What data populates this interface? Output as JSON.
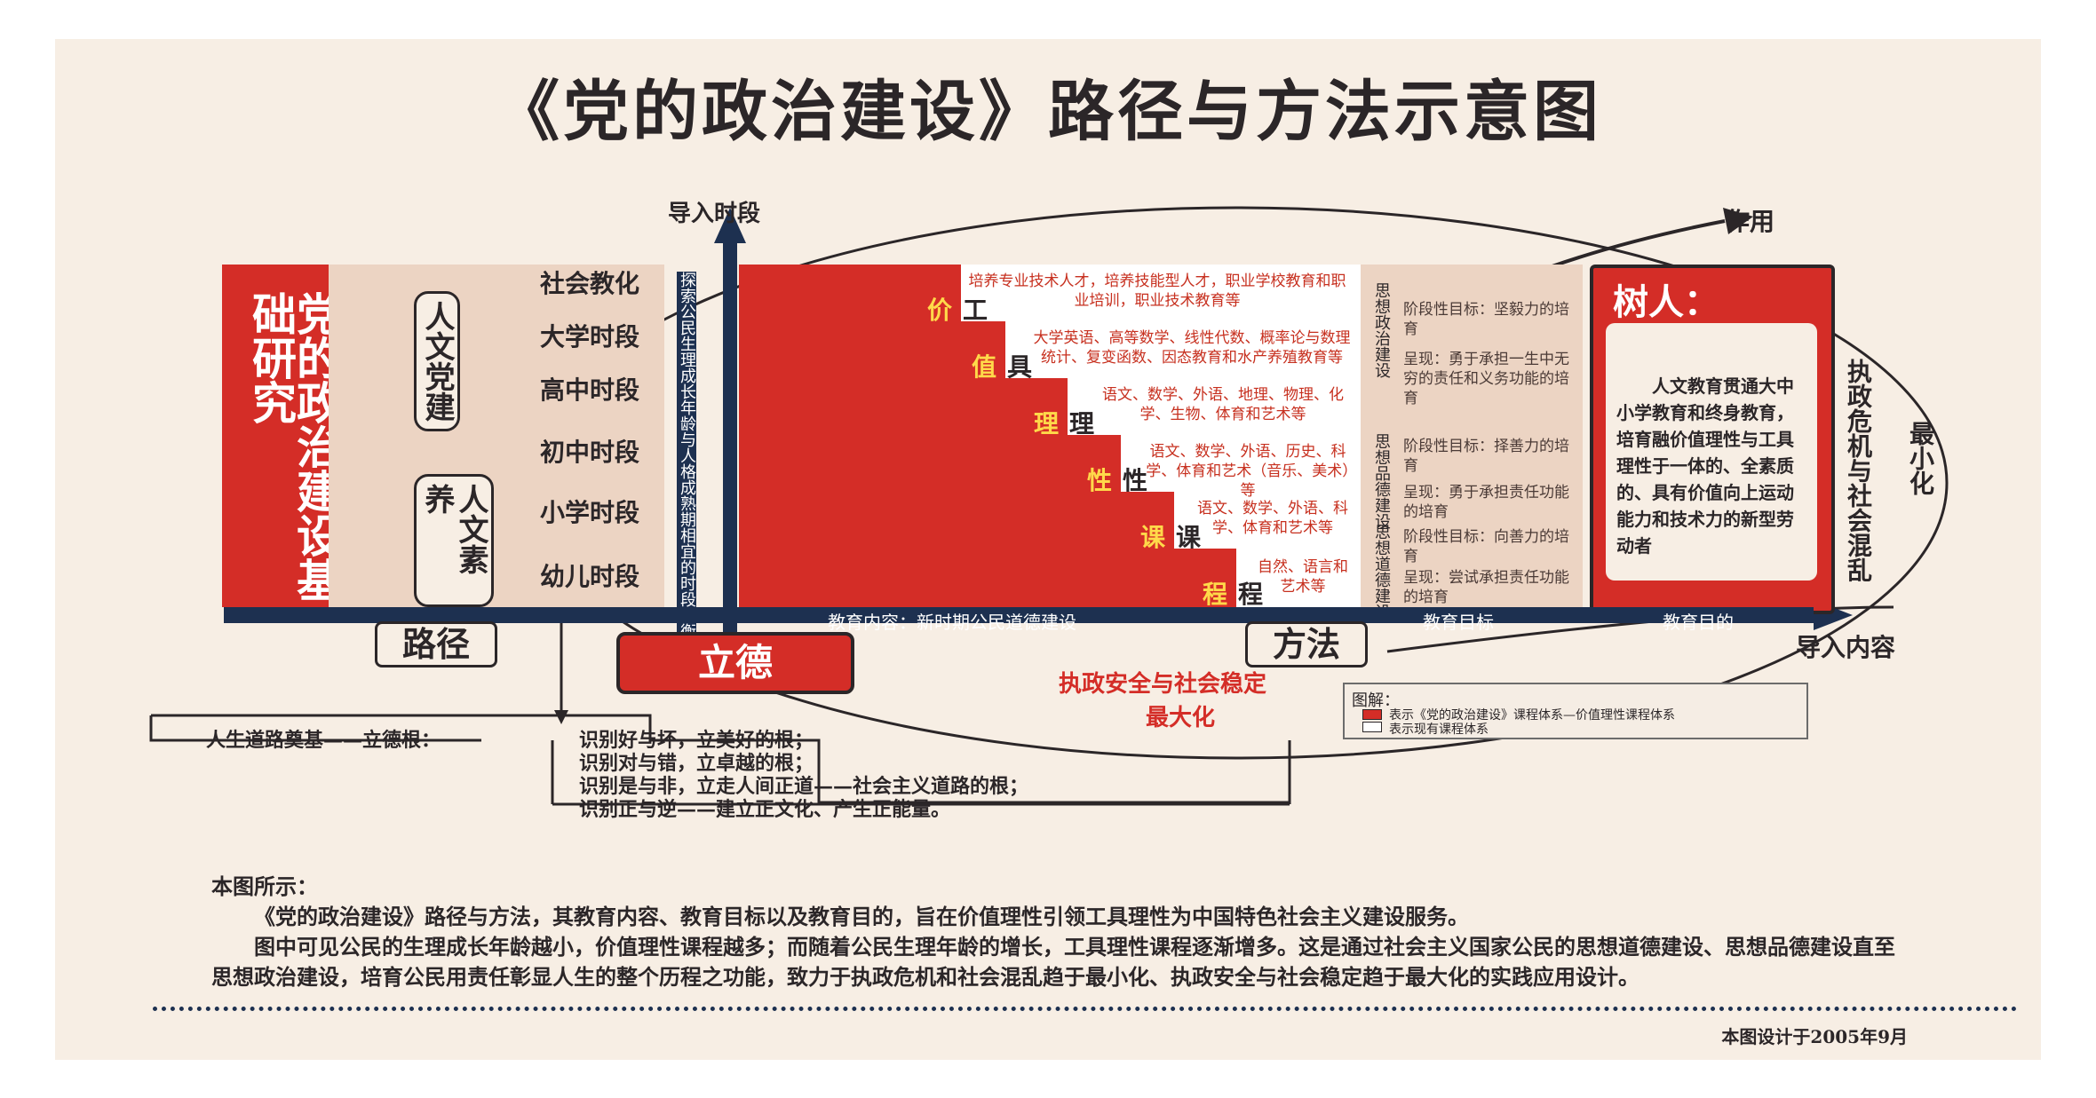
{
  "title": "《党的政治建设》路径与方法示意图",
  "left_bar": "党的政治建设基础研究",
  "groups": {
    "top": "人文党建",
    "bottom": "人文素养"
  },
  "stages": [
    "社会教化",
    "大学时段",
    "高中时段",
    "初中时段",
    "小学时段",
    "幼儿时段"
  ],
  "axes": {
    "vertical": "导入时段",
    "horizontal": "导入内容",
    "effect": "作用",
    "vertical_caption": "探索公民生理成长年龄与人格成熟期相宜的时段均衡"
  },
  "value_keys": [
    "价",
    "值",
    "理",
    "性",
    "课",
    "程"
  ],
  "tool_keys": [
    "工",
    "具",
    "理",
    "性",
    "课",
    "程"
  ],
  "course_notes": [
    "培养专业技术人才，培养技能型人才，职业学校教育和职业培训，职业技术教育等",
    "大学英语、高等数学、线性代数、概率论与数理统计、复变函数、因态教育和水产养殖教育等",
    "语文、数学、外语、地理、物理、化学、生物、体育和艺术等",
    "语文、数学、外语、历史、科学、体育和艺术（音乐、美术）等",
    "语文、数学、外语、科学、体育和艺术等",
    "自然、语言和艺术等"
  ],
  "goal_columns": [
    "思想政治建设",
    "思想品德建设",
    "思想道德建设"
  ],
  "goal_texts": [
    "阶段性目标：坚毅力的培育",
    "呈现：勇于承担一生中无穷的责任和义务功能的培育",
    "阶段性目标：择善力的培育",
    "呈现：勇于承担责任功能的培育",
    "阶段性目标：向善力的培育",
    "呈现：尝试承担责任功能的培育"
  ],
  "tree": {
    "heading": "树人：",
    "body": "人文教育贯通大中小学教育和终身教育，培育融价值理性与工具理性于一体的、全素质的、具有价值向上运动能力和技术力的新型劳动者"
  },
  "right_labels": {
    "crisis": "执政危机与社会混乱",
    "min": "最小化"
  },
  "axis_bar": {
    "content": "教育内容：新时期公民道德建设",
    "goal": "教育目标",
    "aim": "教育目的"
  },
  "tags": {
    "path": "路径",
    "method": "方法",
    "lide": "立德"
  },
  "security": {
    "line1": "执政安全与社会稳定",
    "line2": "最大化"
  },
  "legend": {
    "heading": "图解：",
    "item1": "表示《党的政治建设》课程体系—价值理性课程体系",
    "item2": "表示现有课程体系"
  },
  "root_box": {
    "lead": "人生道路奠基——立德根：",
    "lines": [
      "识别好与坏，立美好的根；",
      "识别对与错，立卓越的根；",
      "识别是与非，立走人间正道——社会主义道路的根；",
      "识别正与逆——建立正文化、产生正能量。"
    ]
  },
  "notes": {
    "heading": "本图所示：",
    "p1": "《党的政治建设》路径与方法，其教育内容、教育目标以及教育目的，旨在价值理性引领工具理性为中国特色社会主义建设服务。",
    "p2": "图中可见公民的生理成长年龄越小，价值理性课程越多；而随着公民生理年龄的增长，工具理性课程逐渐增多。这是通过社会主义国家公民的思想道德建设、思想品德建设直至思想政治建设，培育公民用责任彰显人生的整个历程之功能，致力于执政危机和社会混乱趋于最小化、执政安全与社会稳定趋于最大化的实践应用设计。"
  },
  "footer": "本图设计于2005年9月",
  "colors": {
    "red": "#d42d27",
    "navy": "#1d3050",
    "paper": "#f7eee4",
    "panel": "#ecd4c3"
  }
}
